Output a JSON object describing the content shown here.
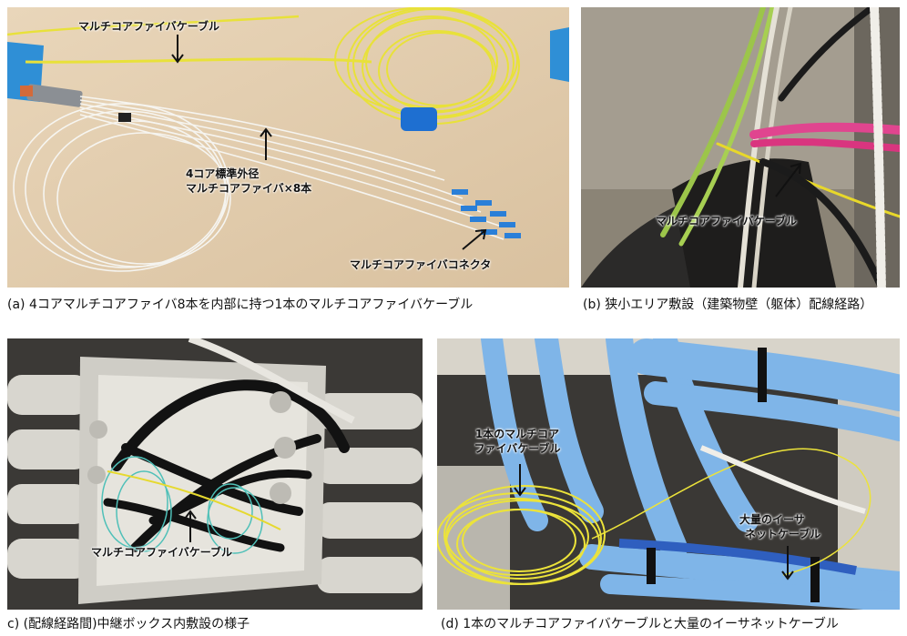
{
  "panels": {
    "a": {
      "caption": "(a) 4コアマルチコアファイバ8本を内部に持つ1本のマルチコアファイバケーブル",
      "labels": {
        "cable": "マルチコアファイバケーブル",
        "fiber_line1": "4コア標準外径",
        "fiber_line2": "マルチコアファイバ×8本",
        "connector": "マルチコアファイバコネクタ"
      }
    },
    "b": {
      "caption": "(b) 狭小エリア敷設（建築物壁（躯体）配線経路）",
      "labels": {
        "cable": "マルチコアファイバケーブル"
      }
    },
    "c": {
      "caption": "c) (配線経路間)中継ボックス内敷設の様子",
      "labels": {
        "cable": "マルチコアファイバケーブル"
      }
    },
    "d": {
      "caption": "(d) 1本のマルチコアファイバケーブルと大量のイーサネットケーブル",
      "labels": {
        "mcf_line1": "1本のマルチコア",
        "mcf_line2": "ファイバケーブル",
        "eth_line1": "大量のイーサ",
        "eth_line2": "ネットケーブル"
      }
    }
  }
}
